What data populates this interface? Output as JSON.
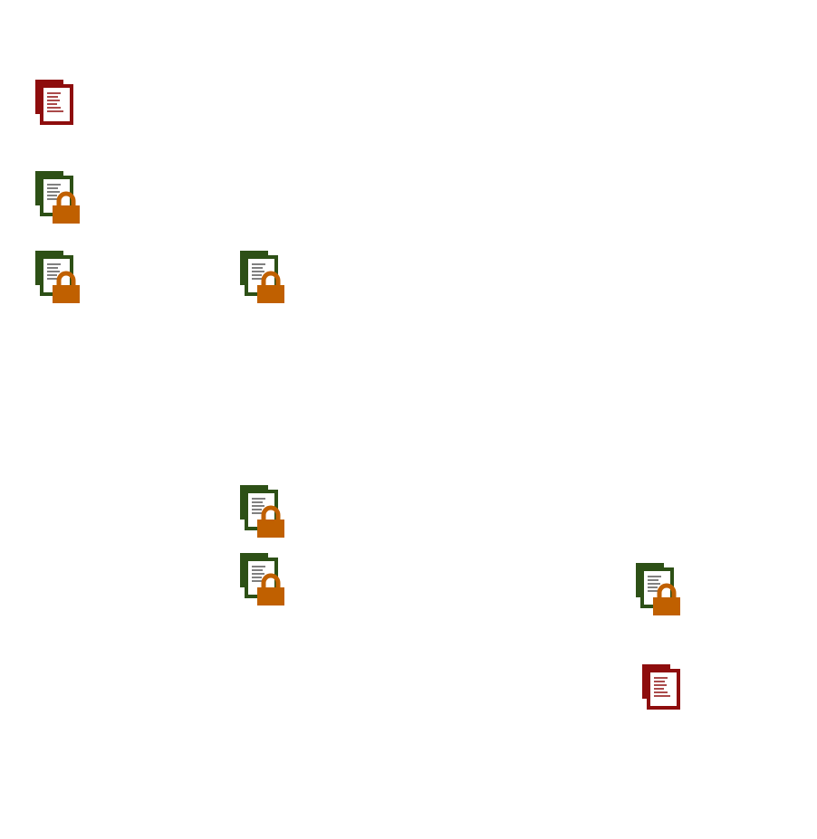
{
  "icons": [
    {
      "kind": "document",
      "color": "#8e0d0d"
    },
    {
      "kind": "document-locked",
      "color": "#2d5016",
      "lock_color": "#c06000"
    },
    {
      "kind": "document-locked",
      "color": "#2d5016",
      "lock_color": "#c06000"
    },
    {
      "kind": "document-locked",
      "color": "#2d5016",
      "lock_color": "#c06000"
    },
    {
      "kind": "document-locked",
      "color": "#2d5016",
      "lock_color": "#c06000"
    },
    {
      "kind": "document-locked",
      "color": "#2d5016",
      "lock_color": "#c06000"
    },
    {
      "kind": "document-locked",
      "color": "#2d5016",
      "lock_color": "#c06000"
    },
    {
      "kind": "document",
      "color": "#8e0d0d"
    }
  ],
  "colors": {
    "background": "#ffffff",
    "document_red": "#8e0d0d",
    "document_green": "#2d5016",
    "lock_orange": "#c06000"
  }
}
